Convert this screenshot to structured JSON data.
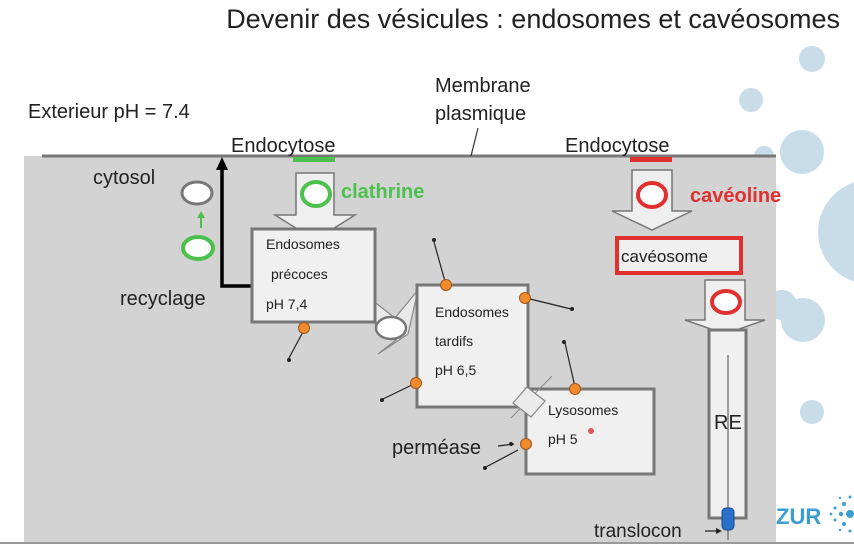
{
  "title": "Devenir des vésicules : endosomes et cavéosomes",
  "labels": {
    "exterieur": "Exterieur  pH = 7.4",
    "membrane_line1": "Membrane",
    "membrane_line2": "plasmique",
    "endocytose_left": "Endocytose",
    "endocytose_right": "Endocytose",
    "cytosol": "cytosol",
    "clathrine": "clathrine",
    "caveoline": "cavéoline",
    "recyclage": "recyclage",
    "permease": "perméase",
    "translocon": "translocon",
    "re": "RE"
  },
  "boxes": {
    "early": {
      "line1": "Endosomes",
      "line2": "précoces",
      "line3": "pH 7,4"
    },
    "late": {
      "line1": "Endosomes",
      "line2": "tardifs",
      "line3": "pH 6,5"
    },
    "lysosomes": {
      "line1": "Lysosomes",
      "line2": "pH 5"
    },
    "caveosome": {
      "label": "cavéosome"
    }
  },
  "logo": {
    "text": "ZUR"
  },
  "colors": {
    "clathrin_green": "#4cc04c",
    "caveolin_red": "#e03030",
    "pump_orange": "#f08c2e",
    "cytosol_gray": "#d3d3d3",
    "box_fill": "#f0f0f0",
    "box_stroke": "#777777",
    "decor_blue": "#c9dde9",
    "logo_blue": "#3a9fd0",
    "translocon_blue": "#2a6fc9"
  }
}
